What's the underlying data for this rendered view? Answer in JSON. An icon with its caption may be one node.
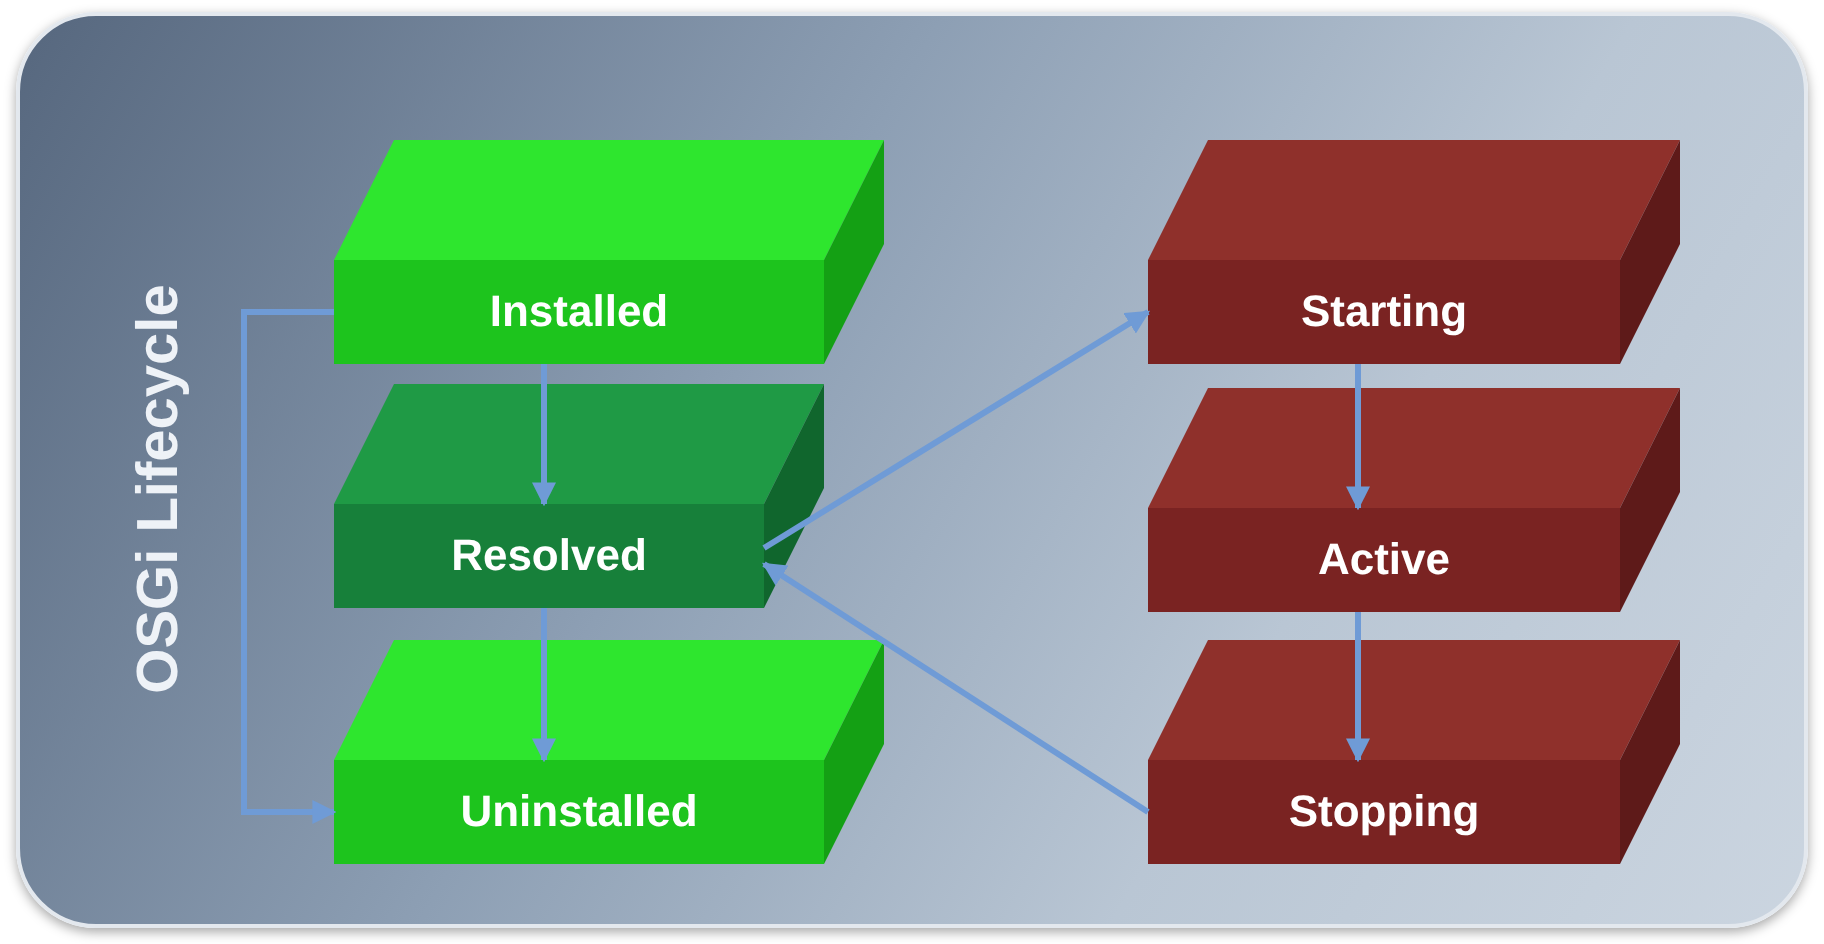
{
  "diagram": {
    "nodes": [
      {
        "text": [
          "OSGi Lifecycle"
        ]
      },
      {
        "text": [
          "Installed"
        ],
        "in": 0
      },
      {
        "text": [
          "Resolved"
        ],
        "in": 0
      },
      {
        "text": [
          "Uninstalled"
        ],
        "in": 0
      },
      {
        "text": [
          "Starting"
        ],
        "in": 0
      },
      {
        "text": [
          "Active"
        ],
        "in": 0
      },
      {
        "text": [
          "Stopping"
        ],
        "in": 0
      }
    ],
    "edges": [
      {
        "from": 1,
        "to": 2,
        "arrow": "to"
      },
      {
        "from": 2,
        "to": 3,
        "arrow": "to"
      },
      {
        "from": 1,
        "to": 3,
        "arrow": "to"
      },
      {
        "from": 2,
        "to": 4,
        "arrow": "to"
      },
      {
        "from": 4,
        "to": 5,
        "arrow": "to"
      },
      {
        "from": 5,
        "to": 6,
        "arrow": "to"
      },
      {
        "from": 6,
        "to": 2,
        "arrow": "to"
      }
    ]
  }
}
